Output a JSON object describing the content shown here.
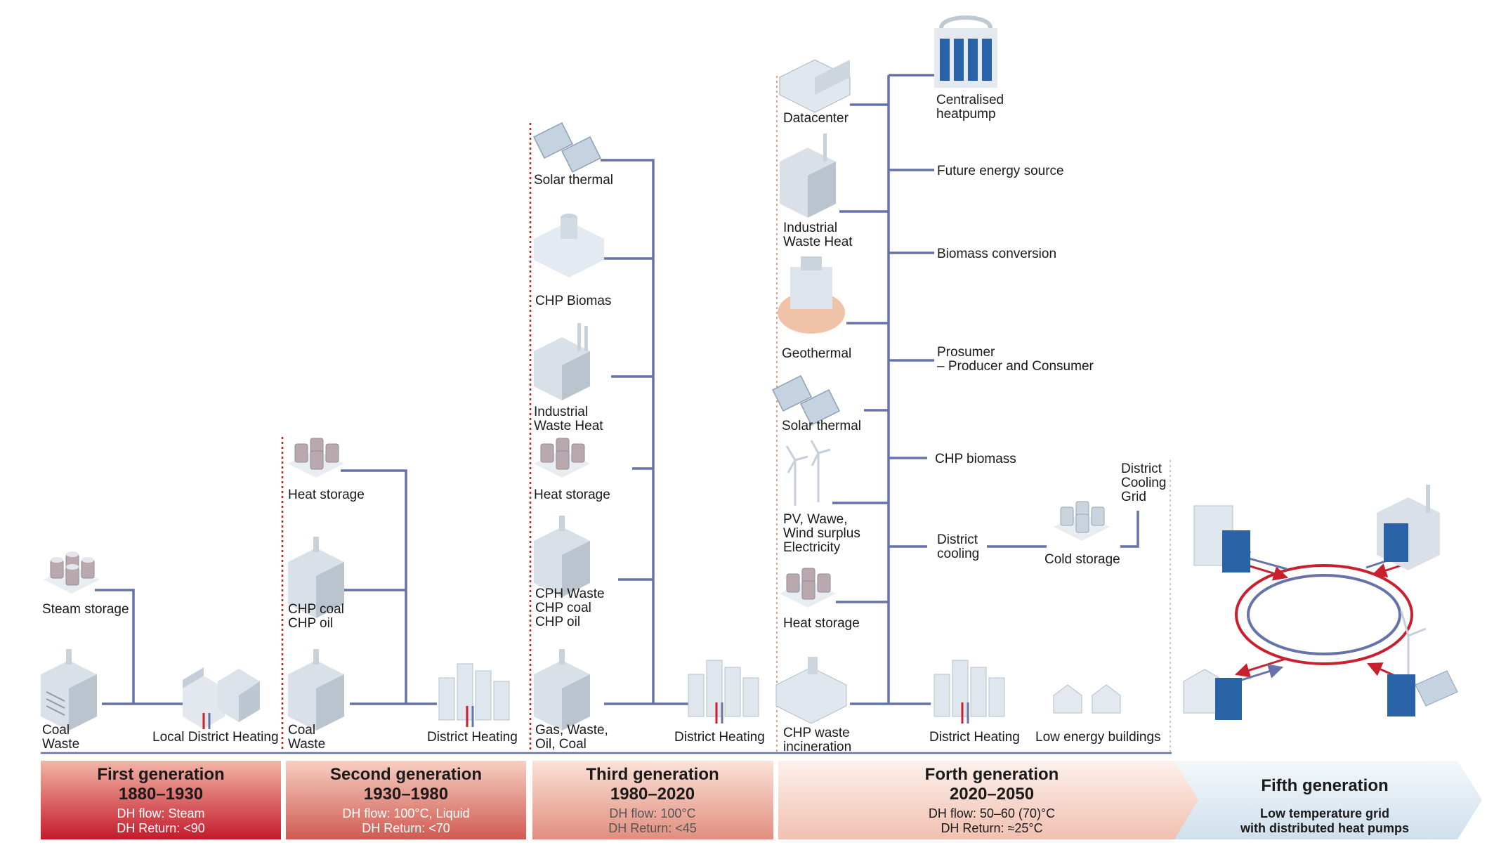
{
  "generations": [
    {
      "title": "First generation",
      "years": "1880–1930",
      "flow": "DH flow: Steam",
      "ret": "DH Return: <90",
      "sources": [
        "Steam storage",
        "Coal\nWaste"
      ],
      "consumer": "Local District Heating"
    },
    {
      "title": "Second generation",
      "years": "1930–1980",
      "flow": "DH flow: 100°C, Liquid",
      "ret": "DH Return: <70",
      "sources": [
        "Heat storage",
        "CHP coal\nCHP oil",
        "Coal\nWaste"
      ],
      "consumer": "District Heating"
    },
    {
      "title": "Third generation",
      "years": "1980–2020",
      "flow": "DH flow: 100°C",
      "ret": "DH Return: <45",
      "sources": [
        "Solar thermal",
        "CHP Biomas",
        "Industrial\nWaste Heat",
        "Heat storage",
        "CPH Waste\nCHP coal\nCHP oil",
        "Gas, Waste,\nOil, Coal"
      ],
      "consumer": "District Heating"
    },
    {
      "title": "Forth generation",
      "years": "2020–2050",
      "flow": "DH flow: 50–60 (70)°C",
      "ret": "DH Return: ≈25°C",
      "sources": [
        "Datacenter",
        "Industrial\nWaste Heat",
        "Geothermal",
        "Solar thermal",
        "PV, Wawe,\nWind surplus\nElectricity",
        "Heat storage",
        "CHP waste\nincineration"
      ],
      "right_items": [
        "Centralised\nheatpump",
        "Future energy source",
        "Biomass conversion",
        "Prosumer\n– Producer and Consumer",
        "CHP biomass",
        "District\ncooling"
      ],
      "cold_storage": "Cold storage",
      "cooling_grid": "District\nCooling\nGrid",
      "consumer": "District Heating",
      "low_energy": "Low energy buildings"
    },
    {
      "title": "Fifth generation",
      "sub": "Low temperature grid\nwith distributed heat pumps"
    }
  ],
  "colors": {
    "line": "#6672aa",
    "red": "#c8202e",
    "divider": "#b7271f",
    "gray": "#c8c8c8"
  }
}
